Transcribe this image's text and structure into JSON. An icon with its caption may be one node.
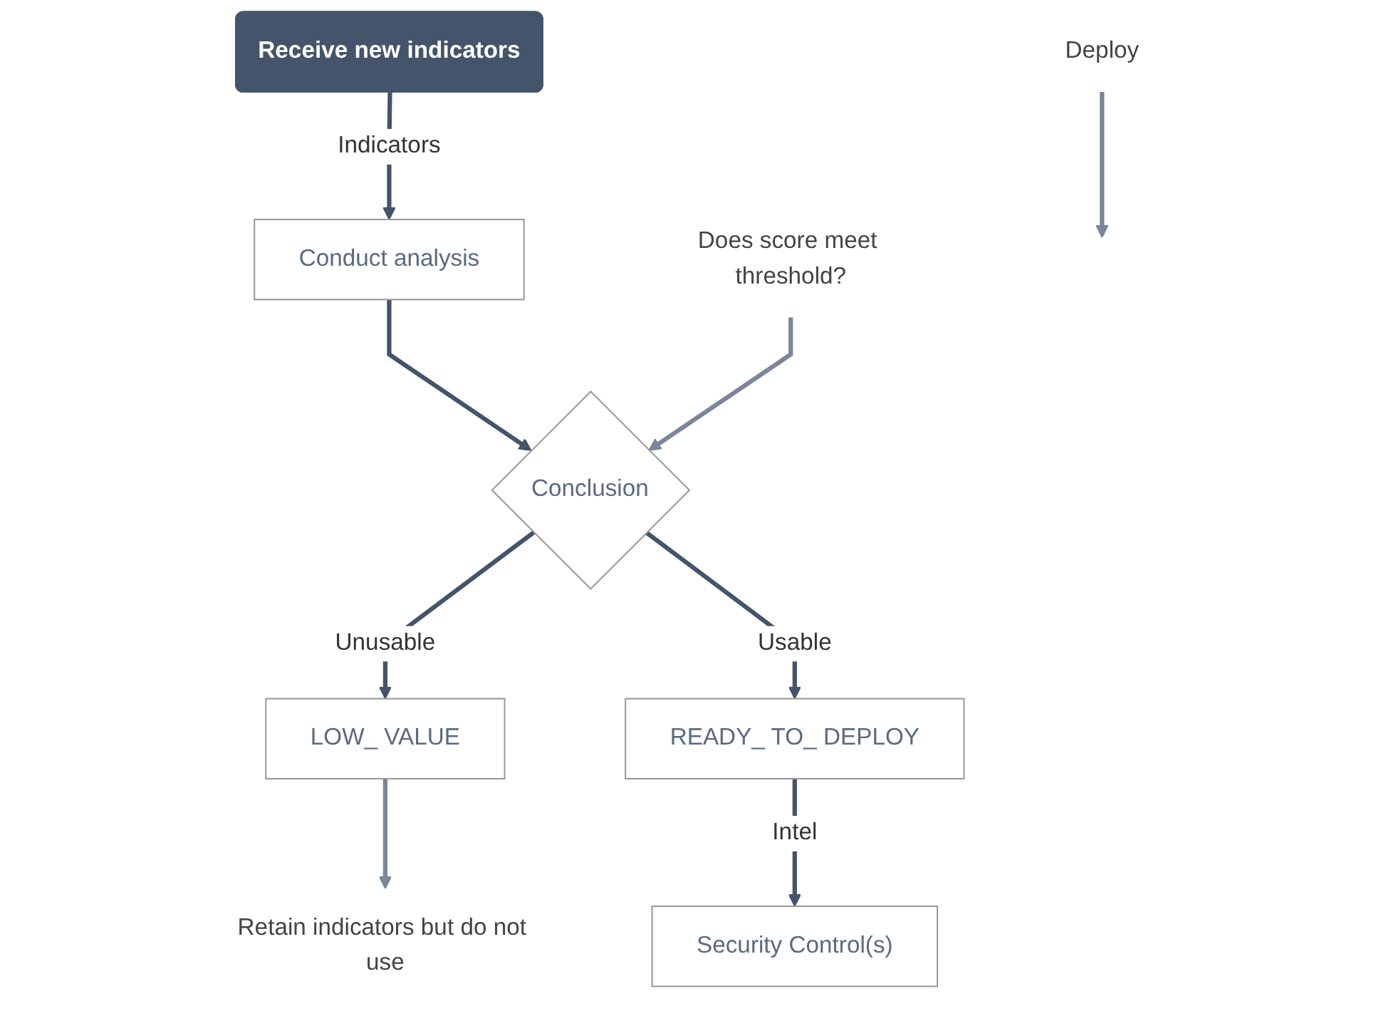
{
  "diagram": {
    "nodes": [
      {
        "text": [
          "Receive new indicators"
        ]
      },
      {
        "text": [
          "Conduct analysis"
        ]
      },
      {
        "text": [
          "Conclusion"
        ]
      },
      {
        "text": [
          "LOW_ VALUE"
        ]
      },
      {
        "text": [
          "Retain indicators but do not use"
        ]
      },
      {
        "text": [
          "READY_ TO_ DEPLOY"
        ]
      },
      {
        "text": [
          "Security Control(s)"
        ]
      },
      {
        "text": [
          "Does score meet threshold?"
        ]
      },
      {
        "text": [
          "Deploy"
        ]
      }
    ],
    "edges": [
      {
        "from": 0,
        "to": 1,
        "arrow": "to",
        "label": "Indicators"
      },
      {
        "from": 1,
        "to": 2,
        "arrow": "to"
      },
      {
        "from": 2,
        "to": 3,
        "arrow": "to",
        "label": "Unusable"
      },
      {
        "from": 2,
        "to": 5,
        "arrow": "to",
        "label": "Usable"
      },
      {
        "from": 3,
        "to": 4,
        "arrow": "to",
        "color": "#7a8699"
      },
      {
        "from": 5,
        "to": 6,
        "arrow": "to",
        "label": "Intel"
      },
      {
        "from": 7,
        "to": 2,
        "arrow": "to",
        "color": "#7a8699"
      },
      {
        "from": 8,
        "to": null,
        "arrow": "to",
        "color": "#7a8699"
      }
    ]
  }
}
